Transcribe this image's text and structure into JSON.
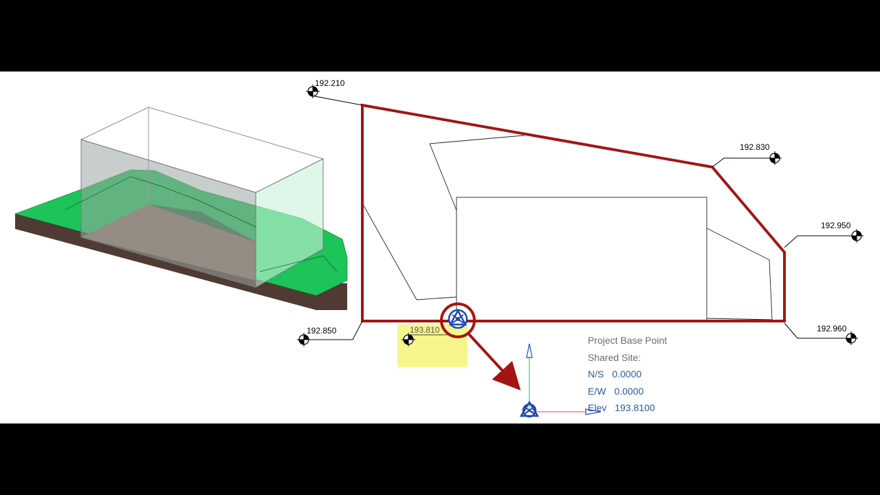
{
  "spot_elevations": {
    "top_left": "192.210",
    "top_right": "192.830",
    "right": "192.950",
    "bottom_left": "192.850",
    "bottom_right": "192.960",
    "base": "193.810"
  },
  "info_panel": {
    "title": "Project Base Point",
    "subtitle": "Shared Site:",
    "ns_label": "N/S",
    "ns_value": "0.0000",
    "ew_label": "E/W",
    "ew_value": "0.0000",
    "elev_label": "Elev",
    "elev_value": "193.8100"
  },
  "icons": [
    "spot-elevation-target-icon",
    "project-base-point-icon",
    "survey-point-icon",
    "arrow-icon"
  ],
  "colors": {
    "boundary": "#a31515",
    "toposurface": "#1cc45a",
    "soil": "#4f3b33",
    "highlight": "#f6f68c",
    "ucs_blue": "#1f49b0",
    "ucs_x": "#e24a4a",
    "ucs_y": "#2db84c"
  }
}
